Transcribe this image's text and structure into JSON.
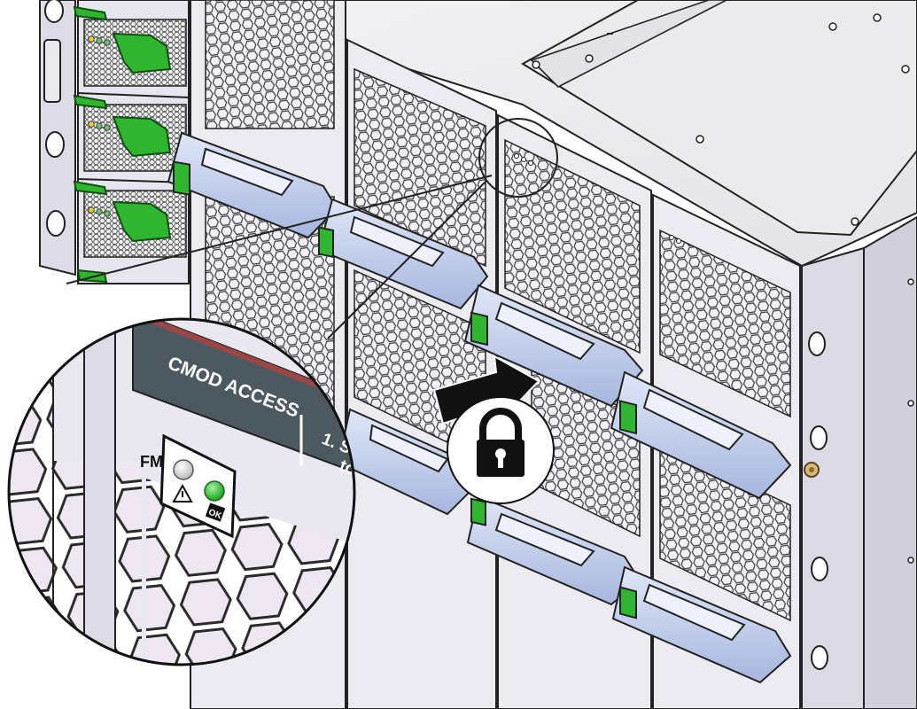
{
  "callout": {
    "banner_label": "CMOD ACCESS",
    "instruction_line1": "1. Se",
    "instruction_line2": "to",
    "fm_label": "FM",
    "ok_label": "OK"
  },
  "colors": {
    "accent_green": "#2fb52f",
    "handle_blue": "#b9c8ea",
    "banner_red": "#9a4646",
    "led_green": "#22b422",
    "led_grey": "#d9d9d9",
    "mesh_bg": "#f1eef6"
  },
  "icons": {
    "lock": "lock-icon",
    "arrow": "push-arrow-icon",
    "warning": "warning-icon"
  }
}
